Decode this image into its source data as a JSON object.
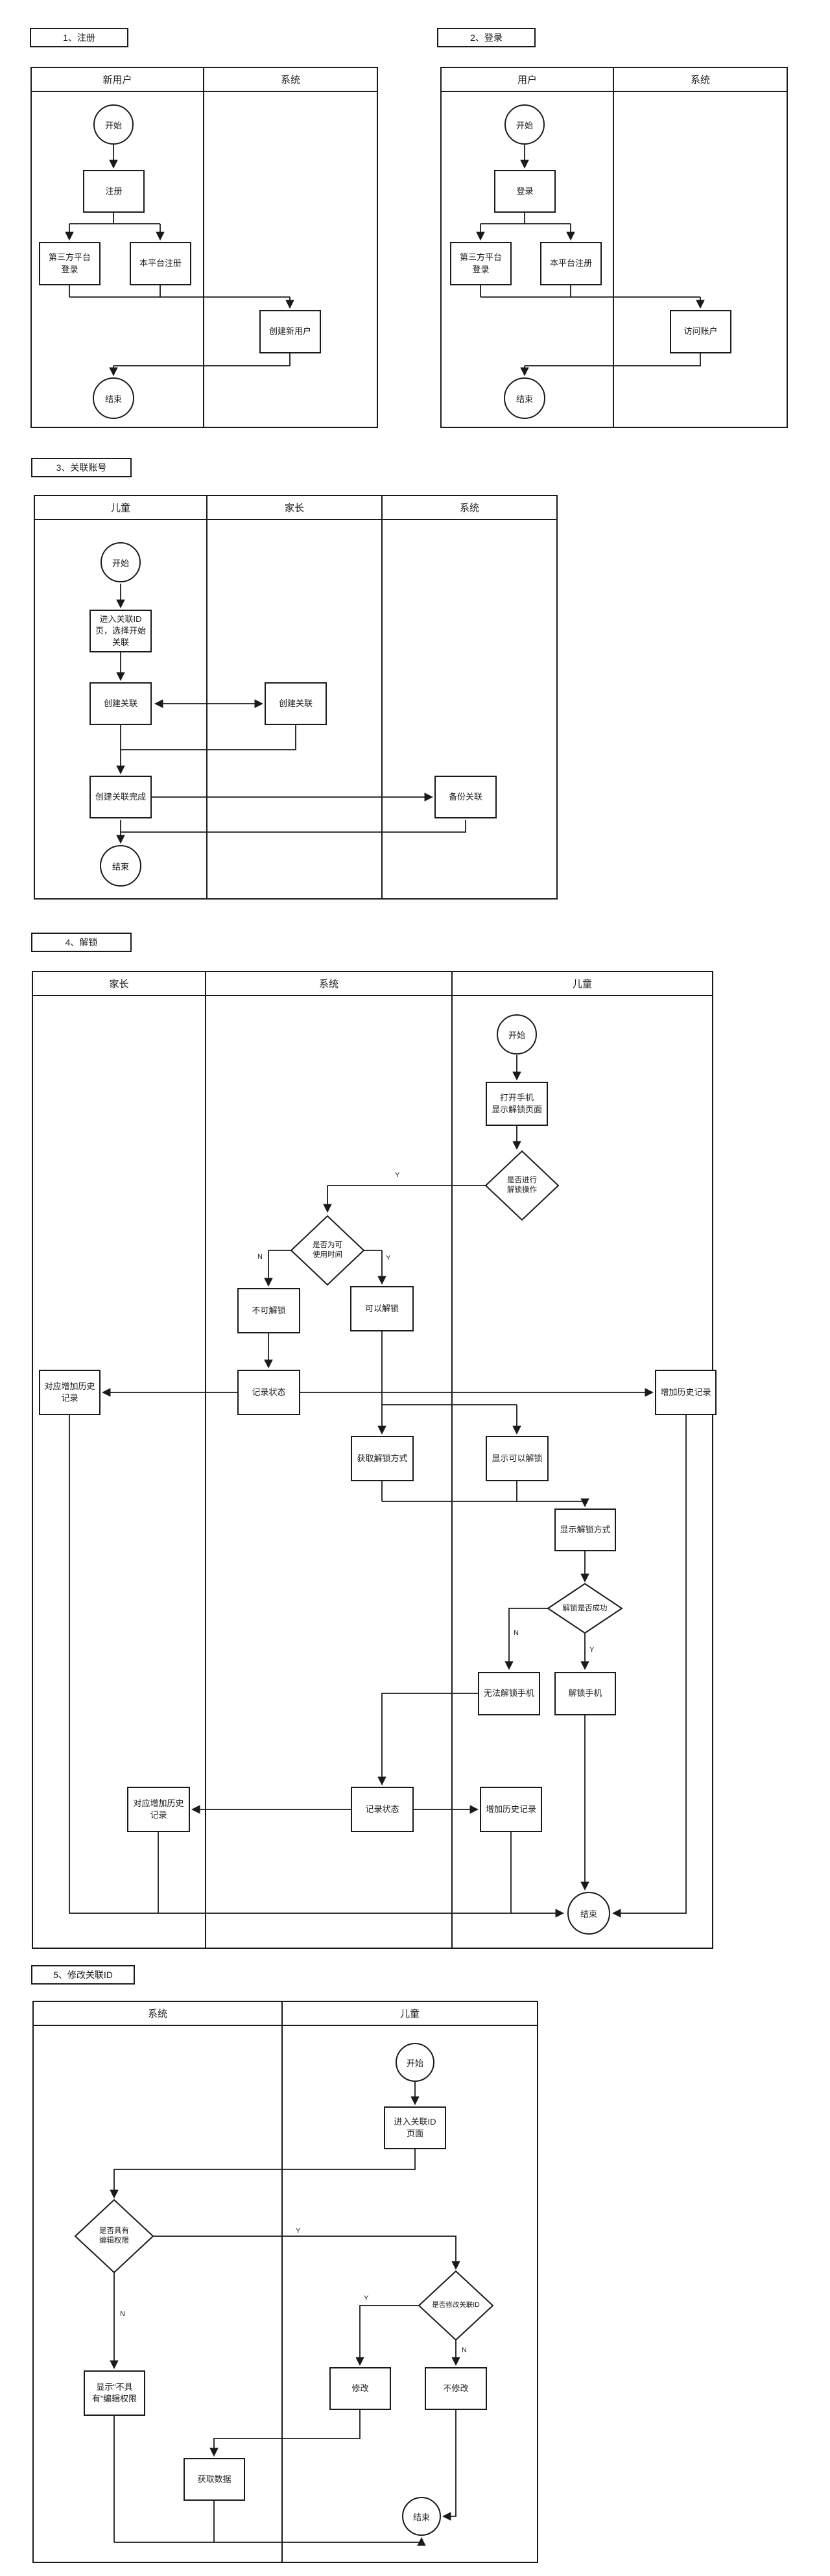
{
  "labels": {
    "yes": "Y",
    "no": "N"
  },
  "d1": {
    "title": "1、注册",
    "lanes": [
      "新用户",
      "系统"
    ],
    "nodes": {
      "start": "开始",
      "register": "注册",
      "third_party": "第三方平台\n登录",
      "this_platform": "本平台注册",
      "create_user": "创建新用户",
      "end": "结束"
    }
  },
  "d2": {
    "title": "2、登录",
    "lanes": [
      "用户",
      "系统"
    ],
    "nodes": {
      "start": "开始",
      "login": "登录",
      "third_party": "第三方平台\n登录",
      "this_platform": "本平台注册",
      "access_account": "访问账户",
      "end": "结束"
    }
  },
  "d3": {
    "title": "3、关联账号",
    "lanes": [
      "儿童",
      "家长",
      "系统"
    ],
    "nodes": {
      "start": "开始",
      "enter_page": "进入关联ID\n页，选择开始\n关联",
      "create_child": "创建关联",
      "create_parent": "创建关联",
      "complete": "创建关联完成",
      "backup": "备份关联",
      "end": "结束"
    }
  },
  "d4": {
    "title": "4、解锁",
    "lanes": [
      "家长",
      "系统",
      "儿童"
    ],
    "nodes": {
      "start": "开始",
      "open_phone": "打开手机\n显示解锁页面",
      "q_unlock": "是否进行\n解锁操作",
      "q_time": "是否为可\n使用时间",
      "cannot_unlock": "不可解锁",
      "can_unlock": "可以解锁",
      "record_status_1": "记录状态",
      "parent_history_1": "对应增加历史\n记录",
      "child_history_1": "增加历史记录",
      "get_method": "获取解锁方式",
      "show_can_unlock": "显示可以解锁",
      "show_method": "显示解锁方式",
      "q_success": "解锁是否成功",
      "fail_unlock": "无法解锁手机",
      "unlock_phone": "解锁手机",
      "record_status_2": "记录状态",
      "parent_history_2": "对应增加历史\n记录",
      "child_history_2": "增加历史记录",
      "end": "结束"
    }
  },
  "d5": {
    "title": "5、修改关联ID",
    "lanes": [
      "系统",
      "儿童"
    ],
    "nodes": {
      "start": "开始",
      "enter_page": "进入关联ID\n页面",
      "q_permission": "是否具有\n编辑权限",
      "q_modify": "是否修改关联ID",
      "no_permission": "显示“不具\n有”编辑权限",
      "modify": "修改",
      "not_modify": "不修改",
      "get_data": "获取数据",
      "end": "结束"
    }
  }
}
